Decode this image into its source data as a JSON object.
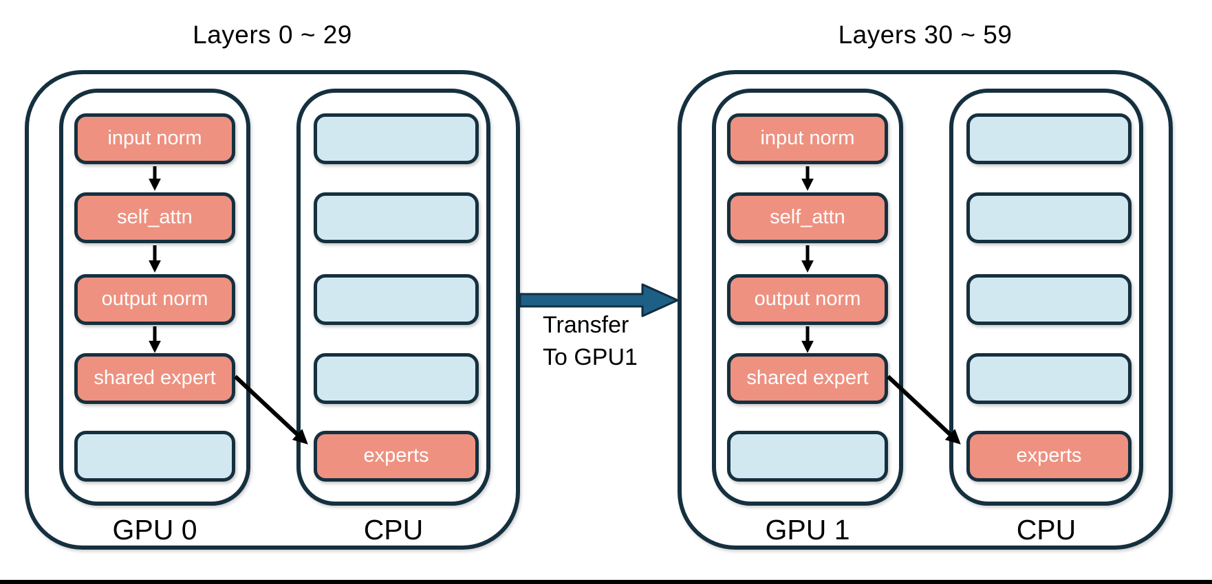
{
  "diagram": {
    "kind": "MoE layer placement diagram",
    "colors": {
      "border": "#15303f",
      "active_box": "#ee9180",
      "idle_box": "#d2e8f0",
      "transfer_arrow_fill": "#1e5f86",
      "transfer_arrow_outline": "#0f2d3f",
      "flow_arrow": "#000000",
      "text_dark": "#000000",
      "text_light": "#ffffff",
      "background": "#ffffff"
    }
  },
  "groups": [
    {
      "title": "Layers 0 ~ 29",
      "gpu": {
        "label": "GPU 0",
        "boxes": [
          {
            "label": "input norm",
            "type": "active"
          },
          {
            "label": "self_attn",
            "type": "active"
          },
          {
            "label": "output norm",
            "type": "active"
          },
          {
            "label": "shared expert",
            "type": "active"
          },
          {
            "label": "",
            "type": "idle"
          }
        ]
      },
      "cpu": {
        "label": "CPU",
        "boxes": [
          {
            "label": "",
            "type": "idle"
          },
          {
            "label": "",
            "type": "idle"
          },
          {
            "label": "",
            "type": "idle"
          },
          {
            "label": "",
            "type": "idle"
          },
          {
            "label": "experts",
            "type": "active"
          }
        ]
      }
    },
    {
      "title": "Layers 30 ~ 59",
      "gpu": {
        "label": "GPU 1",
        "boxes": [
          {
            "label": "input norm",
            "type": "active"
          },
          {
            "label": "self_attn",
            "type": "active"
          },
          {
            "label": "output norm",
            "type": "active"
          },
          {
            "label": "shared expert",
            "type": "active"
          },
          {
            "label": "",
            "type": "idle"
          }
        ]
      },
      "cpu": {
        "label": "CPU",
        "boxes": [
          {
            "label": "",
            "type": "idle"
          },
          {
            "label": "",
            "type": "idle"
          },
          {
            "label": "",
            "type": "idle"
          },
          {
            "label": "",
            "type": "idle"
          },
          {
            "label": "experts",
            "type": "active"
          }
        ]
      }
    }
  ],
  "transfer": {
    "line1": "Transfer",
    "line2": "To GPU1"
  }
}
